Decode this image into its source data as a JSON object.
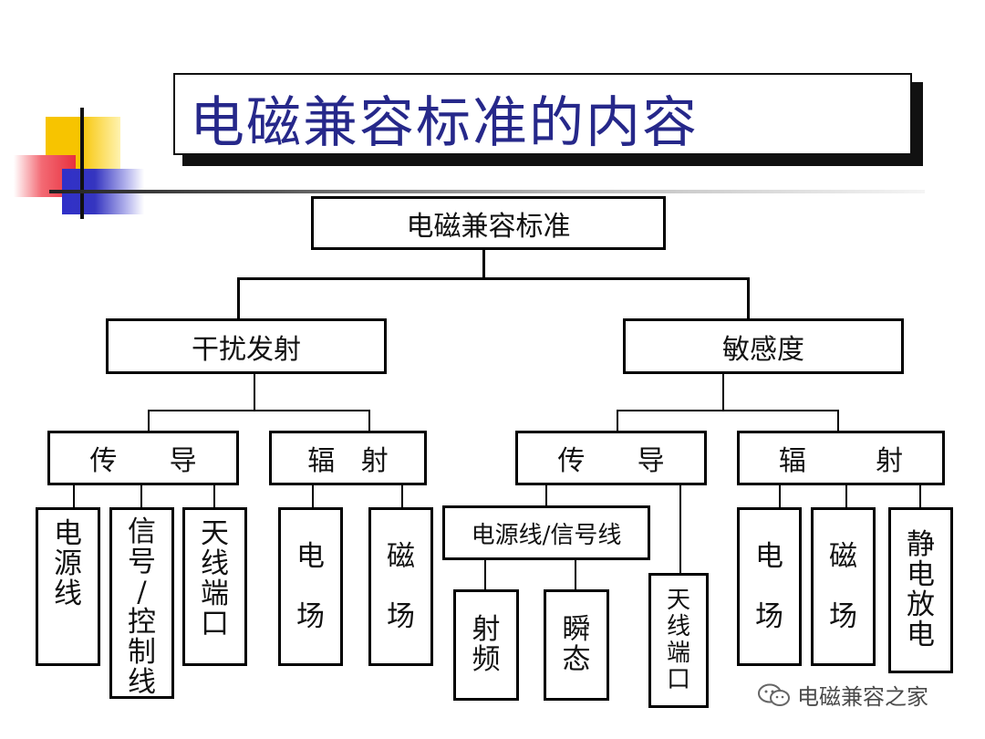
{
  "title": "电磁兼容标准的内容",
  "root": "电磁兼容标准",
  "branches": {
    "emission": {
      "label": "干扰发射",
      "conduction": {
        "label": "传      导",
        "leaves": [
          "电\n源\n线",
          "信\n号\n/\n控\n制\n线",
          "天\n线\n端\n口"
        ]
      },
      "radiation": {
        "label": "辐   射",
        "leaves": [
          "电\n\n场",
          "磁\n\n场"
        ]
      }
    },
    "susceptibility": {
      "label": "敏感度",
      "conduction": {
        "label": "传      导",
        "sub": "电源线/信号线",
        "sub_leaves": [
          "射\n频",
          "瞬\n态"
        ],
        "leaves": [
          "天\n线\n端\n口"
        ]
      },
      "radiation": {
        "label": "辐        射",
        "leaves": [
          "电\n\n场",
          "磁\n\n场",
          "静\n电\n放\n电"
        ]
      }
    }
  },
  "watermark": {
    "text": "电磁兼容之家",
    "icon": "wechat-icon"
  }
}
